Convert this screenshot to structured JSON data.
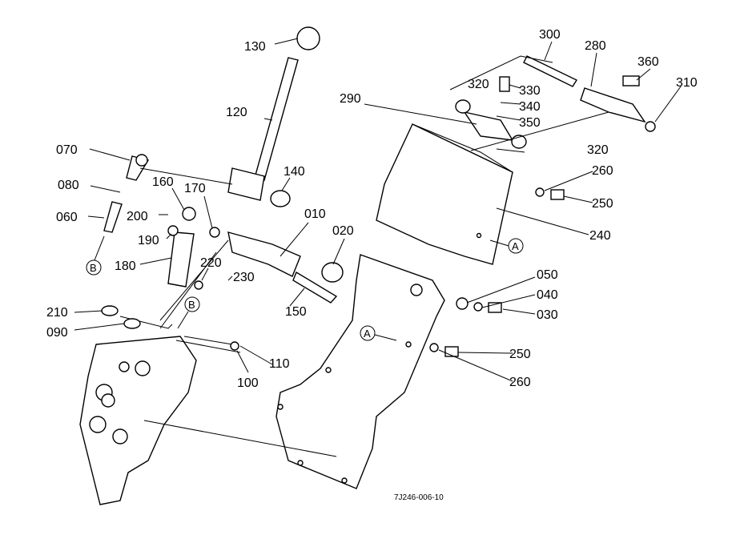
{
  "drawing_code": "7J246-006-10",
  "callouts": {
    "c130": "130",
    "c120": "120",
    "c070": "070",
    "c080": "080",
    "c060": "060",
    "c160": "160",
    "c170": "170",
    "c200": "200",
    "c190": "190",
    "c140": "140",
    "c010": "010",
    "c020": "020",
    "c180": "180",
    "c220": "220",
    "c230": "230",
    "c150": "150",
    "c210": "210",
    "c090": "090",
    "c110": "110",
    "c100": "100",
    "c300": "300",
    "c280": "280",
    "c360": "360",
    "c310": "310",
    "c290": "290",
    "c320a": "320",
    "c330": "330",
    "c340": "340",
    "c350": "350",
    "c320b": "320",
    "c260a": "260",
    "c250a": "250",
    "c240": "240",
    "c050": "050",
    "c040": "040",
    "c030": "030",
    "c250b": "250",
    "c260b": "260"
  },
  "reference_marks": {
    "a1": "A",
    "a2": "A",
    "b1": "B",
    "b2": "B"
  }
}
